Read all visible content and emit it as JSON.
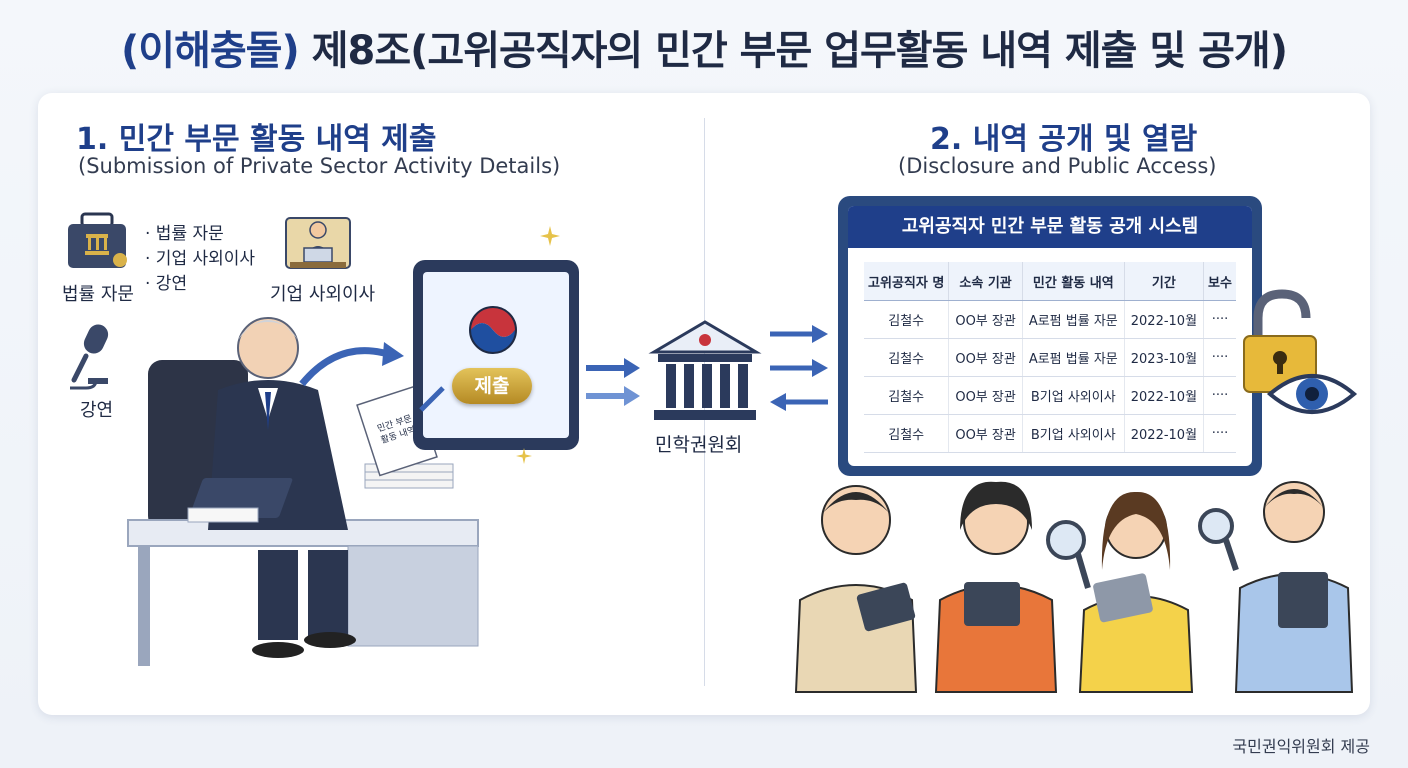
{
  "header": {
    "title_prefix": "(이해충돌)",
    "title_main": "제8조(고위공직자의 민간 부문 업무활동 내역 제출 및 공개)"
  },
  "section1": {
    "heading": "1. 민간 부문 활동 내역 제출",
    "subtitle": "(Submission of Private Sector Activity Details)",
    "bullets": [
      "· 법률 자문",
      "· 기업 사외이사",
      "· 강연"
    ],
    "icon_labels": {
      "legal": "법률 자문",
      "director": "기업 사외이사",
      "lecture": "강연"
    },
    "submit_button": "제출",
    "document_text": [
      "민간 부문",
      "활동 내역서"
    ]
  },
  "center": {
    "institution_label": "민학권원회"
  },
  "section2": {
    "heading": "2. 내역 공개 및 열람",
    "subtitle": "(Disclosure and Public Access)",
    "system": {
      "title": "고위공직자 민간 부문 활동 공개 시스템",
      "columns": [
        "고위공직자 명",
        "소속 기관",
        "민간 활동 내역",
        "기간",
        "보수"
      ],
      "rows": [
        [
          "김철수",
          "OO부 장관",
          "A로펌 법률 자문",
          "2022-10월",
          "····"
        ],
        [
          "김철수",
          "OO부 장관",
          "A로펌 법률 자문",
          "2023-10월",
          "····"
        ],
        [
          "김철수",
          "OO부 장관",
          "B기업 사외이사",
          "2022-10월",
          "····"
        ],
        [
          "김철수",
          "OO부 장관",
          "B기업 사외이사",
          "2022-10월",
          "····"
        ]
      ]
    }
  },
  "footer": {
    "credit": "국민권익위원회 제공"
  },
  "icons": [
    "briefcase-icon",
    "microphone-icon",
    "presenter-icon",
    "tablet-icon",
    "government-emblem-icon",
    "document-icon",
    "building-icon",
    "padlock-icon",
    "eye-icon",
    "magnifier-icon",
    "person-icon"
  ],
  "colors": {
    "primary": "#1f3f8a",
    "dark": "#1f2a44",
    "gold": "#c9a233",
    "arrow": "#3b64b5",
    "system_frame": "#2a4a7f"
  }
}
